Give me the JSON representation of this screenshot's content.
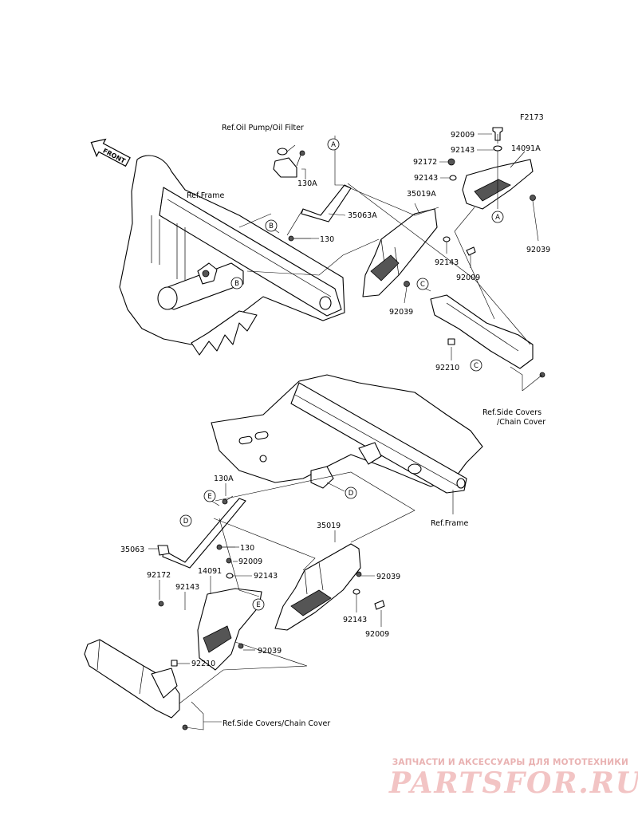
{
  "figure_code": "F2173",
  "front_label": "FRONT",
  "refs": {
    "oil_pump": "Ref.Oil Pump/Oil Filter",
    "frame_top": "Ref.Frame",
    "frame_bottom": "Ref.Frame",
    "side_covers_top": "Ref.Side Covers\n/Chain Cover",
    "side_covers_bottom": "Ref.Side Covers/Chain Cover"
  },
  "parts_top": {
    "p92009a": "92009",
    "p92143a": "92143",
    "p14091A": "14091A",
    "p92172": "92172",
    "p92143b": "92143",
    "p35019A": "35019A",
    "p130A": "130A",
    "p35063A": "35063A",
    "p130": "130",
    "p92143c": "92143",
    "p92039a": "92039",
    "p92009b": "92009",
    "p92039b": "92039",
    "p92210": "92210"
  },
  "parts_bottom": {
    "p130A": "130A",
    "p35019": "35019",
    "p35063": "35063",
    "p130": "130",
    "p92009a": "92009",
    "p14091": "14091",
    "p92143a": "92143",
    "p92172": "92172",
    "p92039a": "92039",
    "p92143b": "92143",
    "p92143c": "92143",
    "p92009b": "92009",
    "p92039b": "92039",
    "p92210": "92210"
  },
  "callouts": {
    "A": "A",
    "B": "B",
    "C": "C",
    "D": "D",
    "E": "E"
  },
  "watermark": {
    "tagline": "ЗАПЧАСТИ И АКСЕССУАРЫ ДЛЯ МОТОТЕХНИКИ",
    "brand": "PARTSFOR.RU"
  }
}
